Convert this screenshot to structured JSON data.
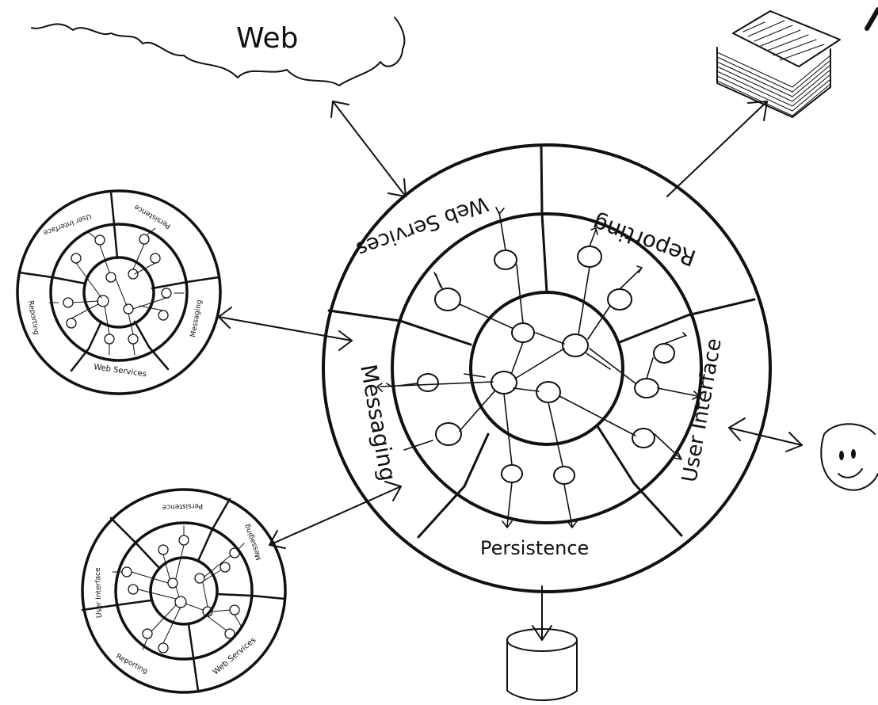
{
  "labels": {
    "web": "Web",
    "web_services": "Web Services",
    "reporting": "Reporting",
    "messaging": "Messaging",
    "user_interface": "User Interface",
    "persistence": "Persistence"
  },
  "small_hexagon_top": {
    "segments": [
      "Web Services",
      "Persistence",
      "Messaging",
      "Reporting",
      "User Interface"
    ]
  },
  "small_hexagon_bottom": {
    "segments": [
      "Persistence",
      "Messaging",
      "Web Services",
      "Reporting",
      "User Interface"
    ]
  },
  "icons": [
    "cloud-icon",
    "paper-stack-icon",
    "smiley-face-icon",
    "database-icon"
  ],
  "colors": {
    "ink": "#111111",
    "background": "#ffffff"
  }
}
